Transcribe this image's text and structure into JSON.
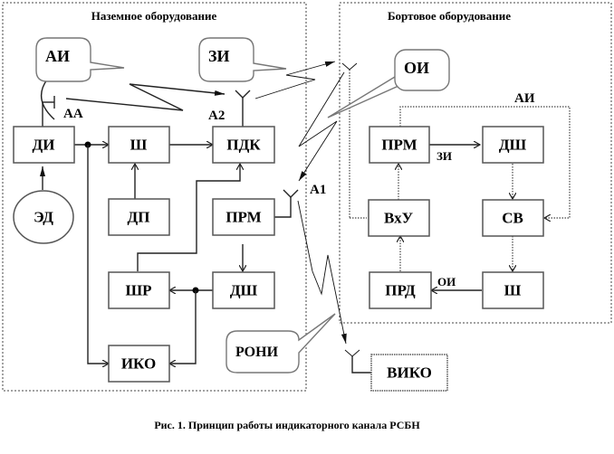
{
  "sections": {
    "ground_title": "Наземное оборудование",
    "board_title": "Бортовое оборудование"
  },
  "ground_blocks": {
    "di": "ДИ",
    "sh": "Ш",
    "pdk": "ПДК",
    "ed": "ЭД",
    "dp": "ДП",
    "prm": "ПРМ",
    "shr": "ШР",
    "dsh": "ДШ",
    "iko": "ИКО"
  },
  "board_blocks": {
    "prm": "ПРМ",
    "dsh": "ДШ",
    "vxu": "ВхУ",
    "sv": "СВ",
    "prd": "ПРД",
    "sh": "Ш"
  },
  "external_blocks": {
    "viko": "ВИКО"
  },
  "callouts": {
    "ai": "АИ",
    "zi": "ЗИ",
    "oi": "ОИ",
    "roni": "РОНИ"
  },
  "labels": {
    "aa": "АА",
    "a2": "А2",
    "a1": "А1",
    "board_ai": "АИ",
    "board_zi": "ЗИ",
    "board_oi": "ОИ"
  },
  "caption": "Рис. 1. Принцип работы индикаторного канала РСБН"
}
